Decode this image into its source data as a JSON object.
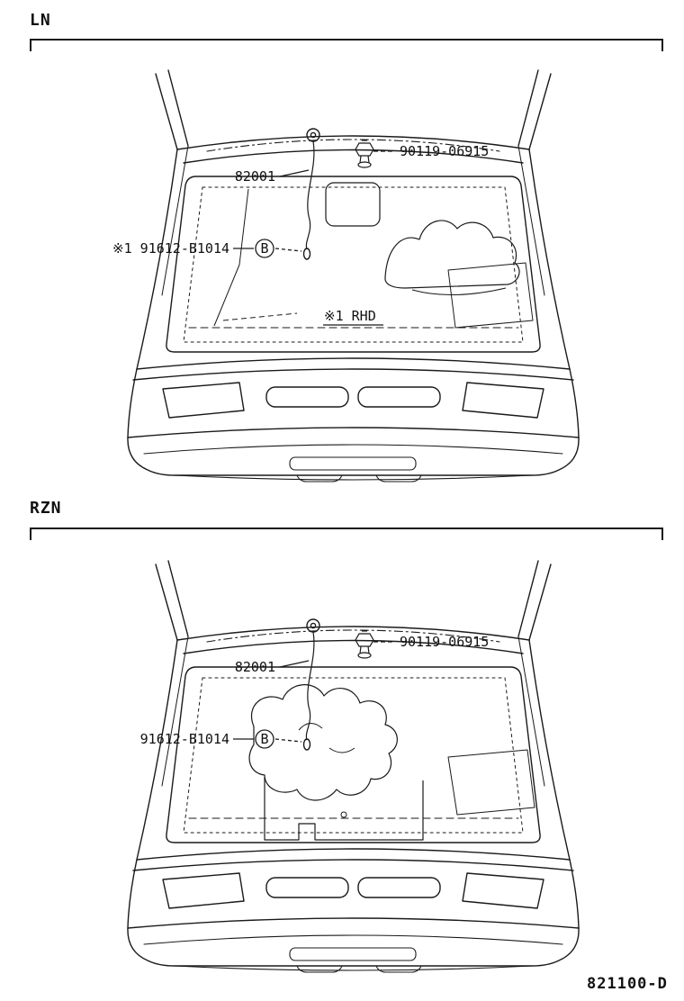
{
  "sections": [
    {
      "code": "LN",
      "callouts": {
        "antenna": "82001",
        "bolt": "90119-06915",
        "harness": "※1 91612-B1014",
        "connector": "B",
        "note": "※1 RHD"
      }
    },
    {
      "code": "RZN",
      "callouts": {
        "antenna": "82001",
        "bolt": "90119-06915",
        "harness": "91612-B1014",
        "connector": "B"
      }
    }
  ],
  "footer": {
    "drawing_code": "821100-D"
  }
}
